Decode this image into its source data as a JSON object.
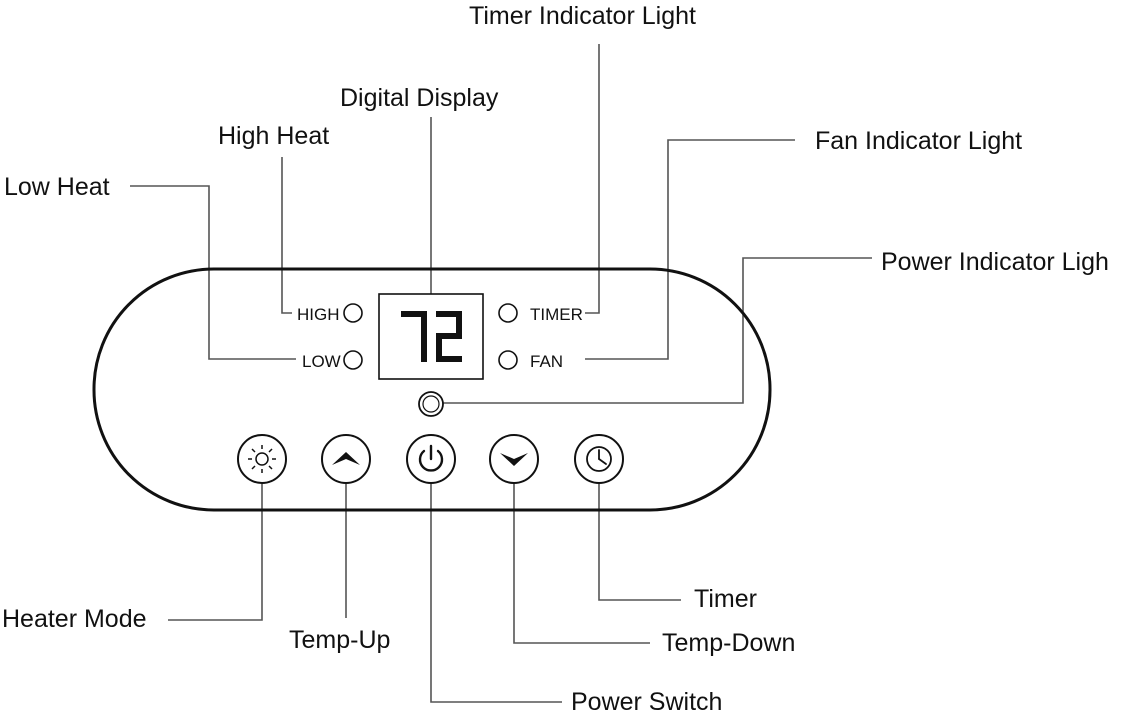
{
  "callouts": {
    "timer_indicator_light": "Timer Indicator Light",
    "digital_display": "Digital Display",
    "high_heat": "High Heat",
    "fan_indicator_light": "Fan Indicator Light",
    "low_heat": "Low Heat",
    "power_indicator_light": "Power Indicator Ligh",
    "heater_mode": "Heater Mode",
    "temp_up": "Temp-Up",
    "timer": "Timer",
    "temp_down": "Temp-Down",
    "power_switch": "Power Switch"
  },
  "panel": {
    "high_label": "HIGH",
    "low_label": "LOW",
    "timer_label": "TIMER",
    "fan_label": "FAN",
    "display_value": "72"
  },
  "icons": {
    "heater_mode": "sun-icon",
    "temp_up": "chevron-up-icon",
    "power": "power-icon",
    "temp_down": "chevron-down-icon",
    "timer": "clock-icon"
  },
  "colors": {
    "line": "#111111",
    "leader": "#555555",
    "background": "#ffffff"
  }
}
